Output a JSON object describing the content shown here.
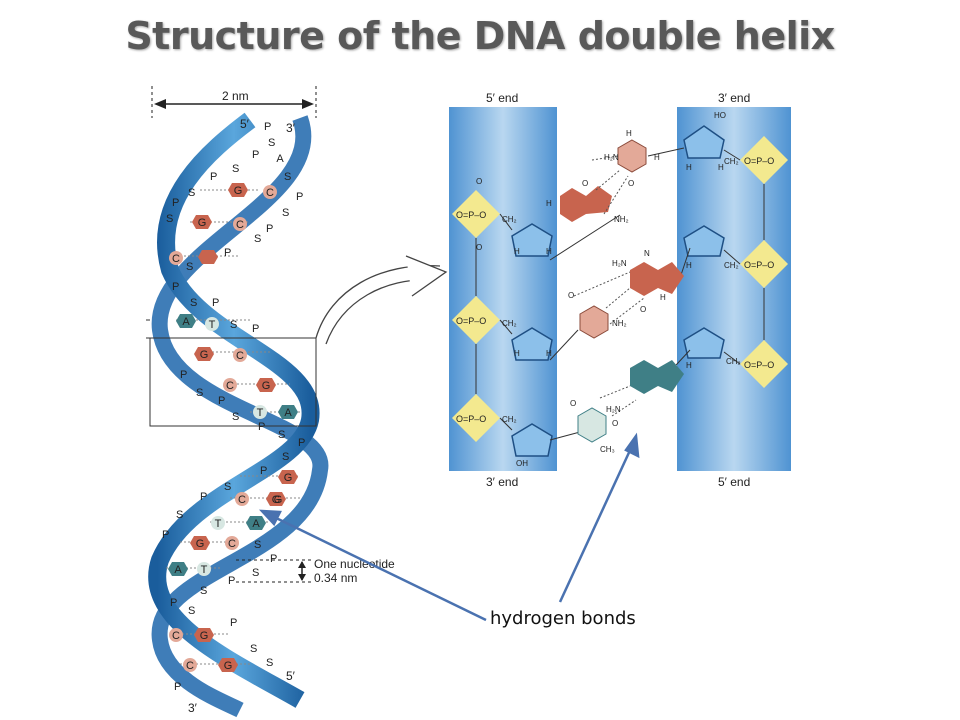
{
  "title": "Structure of the DNA double helix",
  "helix": {
    "width_label": "2 nm",
    "top_5": "5′",
    "top_3": "3′",
    "bottom_5": "5′",
    "bottom_3": "3′",
    "nucleotide_label_1": "One nucleotide",
    "nucleotide_label_2": "0.34 nm",
    "phosphate": "P",
    "sugar": "S",
    "bases": [
      "A",
      "G",
      "C",
      "G",
      "C",
      "C",
      "A",
      "T",
      "G",
      "C",
      "C",
      "G",
      "T",
      "A",
      "G",
      "G",
      "C",
      "G",
      "T",
      "A",
      "G",
      "C",
      "A",
      "T",
      "C",
      "G",
      "C",
      "G"
    ]
  },
  "detail": {
    "left_top": "5′ end",
    "right_top": "3′ end",
    "left_bottom": "3′ end",
    "right_bottom": "5′ end",
    "phosphate_formula": "O=P–O",
    "oxygen": "O",
    "oh": "OH",
    "ho": "HO",
    "h": "H",
    "h2n": "H₂N",
    "nh2": "NH₂",
    "ch2": "CH₂",
    "ch3": "CH₃",
    "n": "N"
  },
  "callout": "hydrogen bonds",
  "colors": {
    "title": "#595959",
    "strand": "#2f7fc4",
    "panel": "#6aa6dc",
    "phosphate": "#f3e98f",
    "guanine": "#c8644e",
    "cytosine": "#e3a998",
    "adenine": "#3f7f86",
    "thymine": "#d7e7e2"
  }
}
